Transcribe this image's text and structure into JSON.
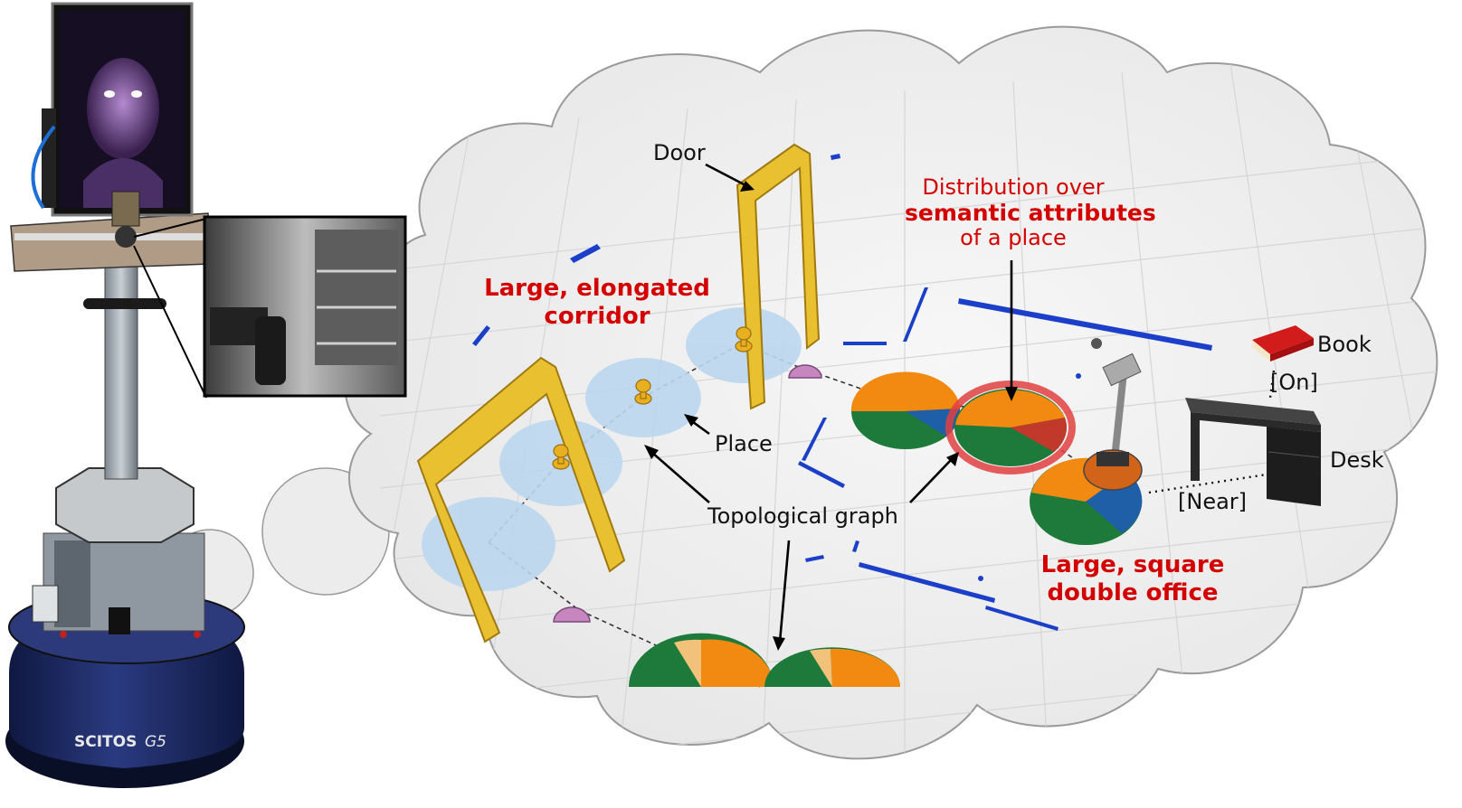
{
  "labels": {
    "door": "Door",
    "distribution_line1": "Distribution over",
    "distribution_line2": "semantic attributes",
    "distribution_line3": "of a place",
    "corridor_line1": "Large, elongated",
    "corridor_line2": "corridor",
    "place": "Place",
    "topological_graph": "Topological graph",
    "office_line1": "Large, square",
    "office_line2": "double office",
    "book": "Book",
    "on_relation": "[On]",
    "desk": "Desk",
    "near_relation": "[Near]"
  },
  "robot": {
    "brand": "SCITOS",
    "model": "G5"
  },
  "colors": {
    "accent_red": "#d40000",
    "door_frame": "#e8c030",
    "place_circle": "#bcd7ef",
    "pie_orange": "#f28a12",
    "pie_green": "#1e7a3a",
    "pie_blue": "#1f5fa8",
    "pie_tan": "#f2c27a",
    "laser_points": "#1b3fc8",
    "cloud_fill": "#efefef",
    "robot_base": "#1d2a63"
  }
}
